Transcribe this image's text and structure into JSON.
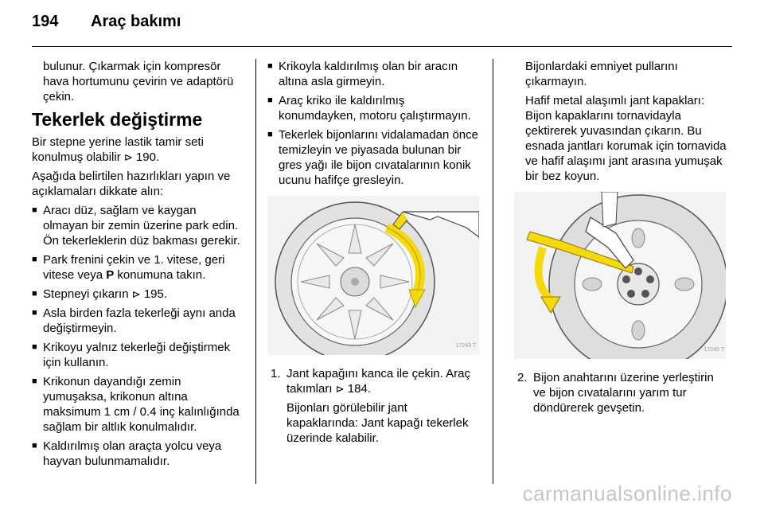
{
  "header": {
    "page_number": "194",
    "title": "Araç bakımı"
  },
  "col1": {
    "intro": "bulunur. Çıkarmak için kompresör hava hortumunu çevirin ve adaptörü çekin.",
    "heading": "Tekerlek değiştirme",
    "para1_text": "Bir stepne yerine lastik tamir seti konulmuş olabilir ",
    "para1_ref": "190.",
    "para2": "Aşağıda belirtilen hazırlıkları yapın ve açıklamaları dikkate alın:",
    "b1": "Aracı düz, sağlam ve kaygan olmayan bir zemin üzerine park edin. Ön tekerleklerin düz bakması gerekir.",
    "b2_pre": "Park frenini çekin ve 1. vitese, geri vitese veya ",
    "b2_bold": "P",
    "b2_post": " konumuna takın.",
    "b3_text": "Stepneyi çıkarın ",
    "b3_ref": "195.",
    "b4": "Asla birden fazla tekerleği aynı anda değiştirmeyin.",
    "b5": "Krikoyu yalnız tekerleği değiştirmek için kullanın.",
    "b6": "Krikonun dayandığı zemin yumuşaksa, krikonun altına maksimum 1 cm / 0.4 inç kalınlığında sağlam bir altlık konulmalıdır.",
    "b7": "Kaldırılmış olan araçta yolcu veya hayvan bulunmamalıdır."
  },
  "col2": {
    "b1": "Krikoyla kaldırılmış olan bir aracın altına asla girmeyin.",
    "b2": "Araç kriko ile kaldırılmış konumdayken, motoru çalıştırmayın.",
    "b3": "Tekerlek bijonlarını vidalamadan önce temizleyin ve piyasada bulunan bir gres yağı ile bijon cıvatalarının konik ucunu hafifçe gresleyin.",
    "figure_id": "17243 T",
    "step1_num": "1.",
    "step1_text": "Jant kapağını kanca ile çekin. Araç takımları ",
    "step1_ref": "184.",
    "step1_sub": "Bijonları görülebilir jant kapaklarında: Jant kapağı tekerlek üzerinde kalabilir."
  },
  "col3": {
    "p1": "Bijonlardaki emniyet pullarını çıkarmayın.",
    "p2": "Hafif metal alaşımlı jant kapakları: Bijon kapaklarını tornavidayla çektirerek yuvasından çıkarın. Bu esnada jantları korumak için tornavida ve hafif alaşımı jant arasına yumuşak bir bez koyun.",
    "figure_id": "17245 T",
    "step2_num": "2.",
    "step2_text": "Bijon anahtarını üzerine yerleştirin ve bijon cıvatalarını yarım tur döndürerek gevşetin."
  },
  "ref_arrow": "⊳",
  "accent_yellow": "#f5d90a",
  "watermark": "carmanualsonline.info"
}
